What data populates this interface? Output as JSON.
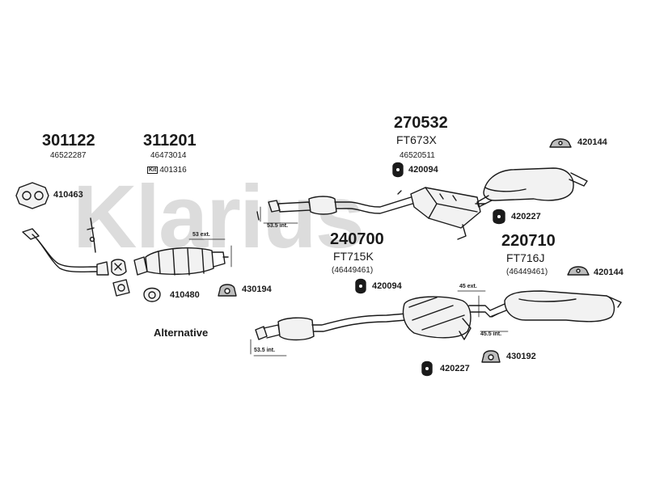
{
  "watermark": "Klarius",
  "groups": {
    "g301122": {
      "part": "301122",
      "oem": "46522287"
    },
    "g311201": {
      "part": "311201",
      "oem": "46473014",
      "kit_tag": "Kit",
      "kit_number": "401316"
    },
    "g270532": {
      "part": "270532",
      "code": "FT673X",
      "oem": "46520511"
    },
    "g240700": {
      "part": "240700",
      "code": "FT715K",
      "oem": "(46449461)"
    },
    "g220710": {
      "part": "220710",
      "code": "FT716J",
      "oem": "(46449461)"
    }
  },
  "small_parts": {
    "p410463": "410463",
    "p410480": "410480",
    "p430194": "430194",
    "p420094_top": "420094",
    "p420094_mid": "420094",
    "p420144_top": "420144",
    "p420144_mid": "420144",
    "p420227_top": "420227",
    "p420227_bot": "420227",
    "p430192": "430192"
  },
  "measurements": {
    "m53_ext": "53 ext.",
    "m53_5_int_top": "53.5 int.",
    "m53_5_int_bot": "53.5 int.",
    "m45_ext": "45 ext.",
    "m45_5_int": "45.5 int."
  },
  "alternative_label": "Alternative",
  "colors": {
    "line": "#1a1a1a",
    "fill": "#f2f2f2",
    "shade": "#bdbdbd",
    "watermark": "#dcdcdc"
  }
}
